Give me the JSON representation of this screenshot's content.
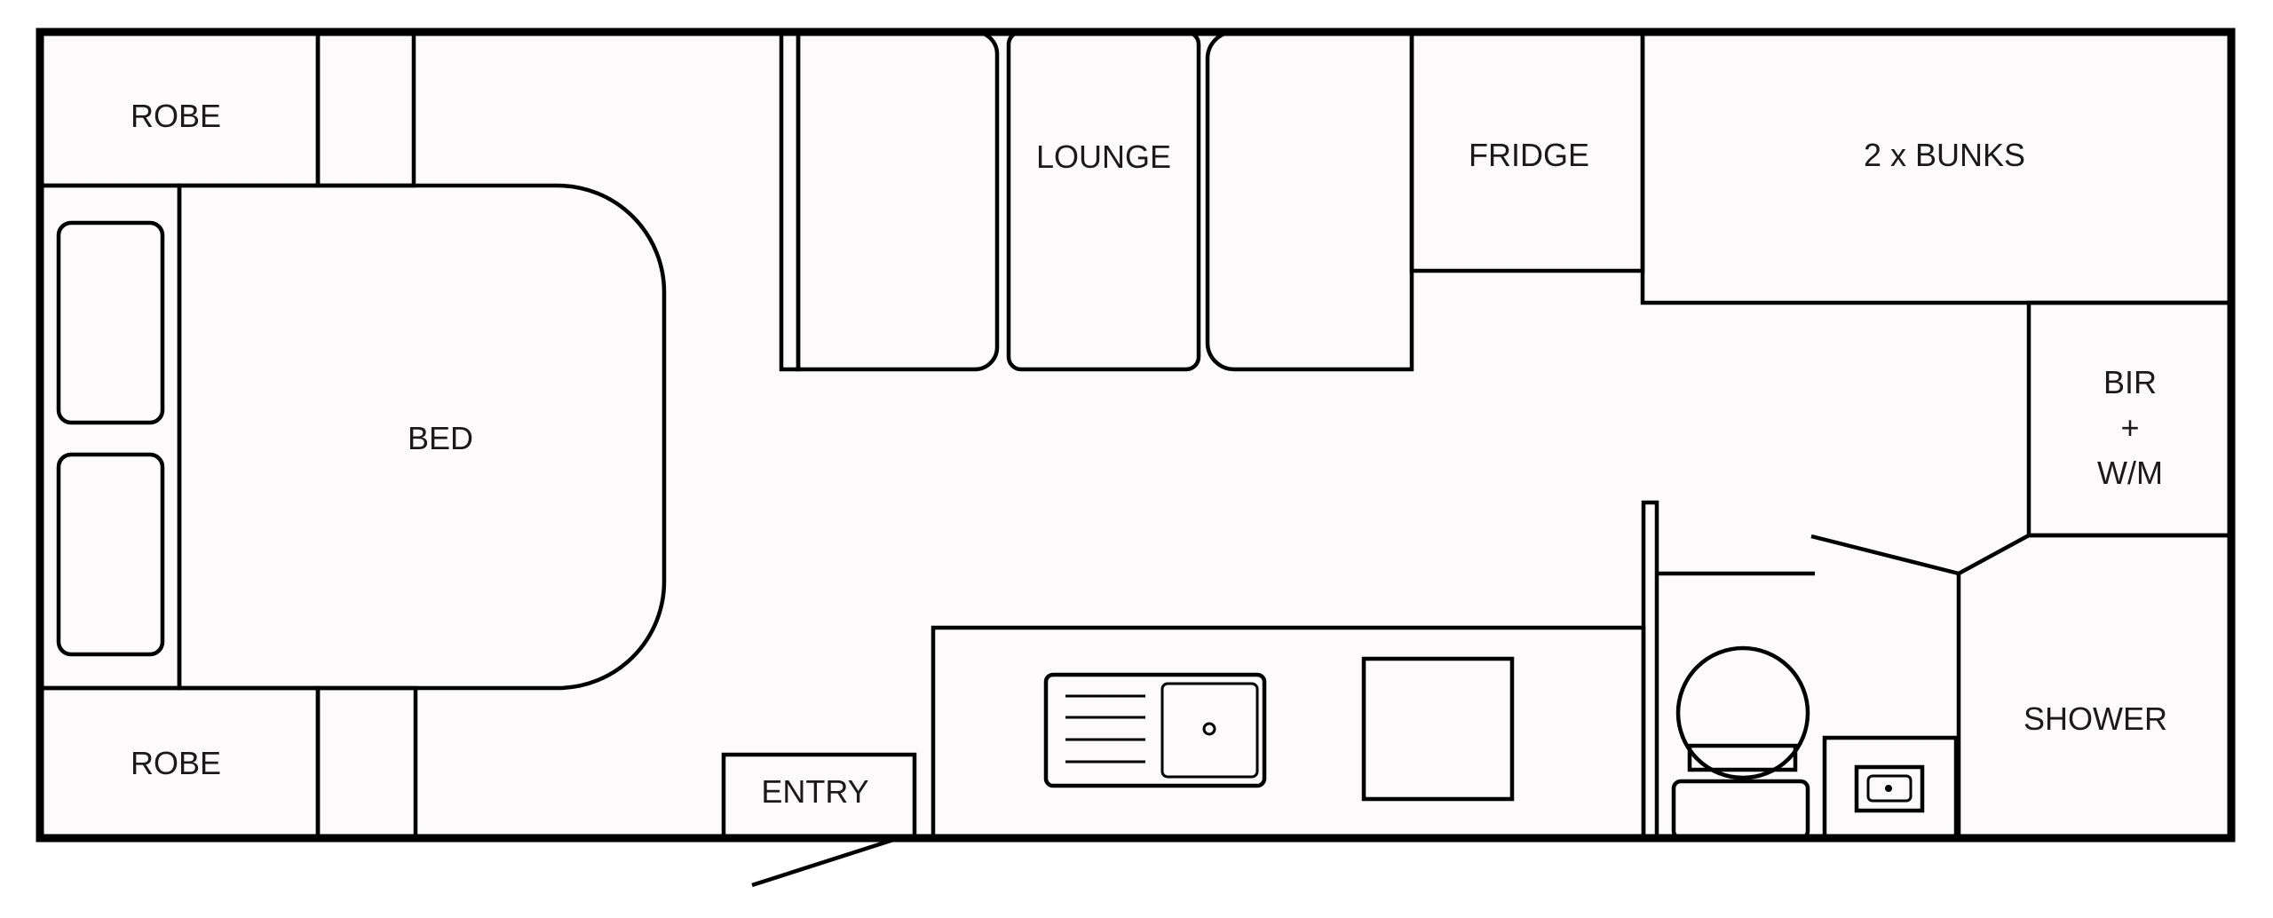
{
  "colors": {
    "floor": "#fcfafb",
    "cabinet": "#cccccc",
    "upholstery": "#deebf1",
    "line": "#000000"
  },
  "rooms": {
    "robe_top": "ROBE",
    "robe_bottom": "ROBE",
    "bed": "BED",
    "lounge": "LOUNGE",
    "fridge": "FRIDGE",
    "bunks": "2 x BUNKS",
    "bir_line1": "BIR",
    "bir_line2": "+",
    "bir_line3": "W/M",
    "shower": "SHOWER",
    "entry": "ENTRY"
  },
  "icons": {
    "sink": "kitchen-sink-icon",
    "cooktop": "cooktop-icon",
    "toilet": "toilet-icon",
    "basin": "basin-icon",
    "door": "door-swing-icon"
  }
}
